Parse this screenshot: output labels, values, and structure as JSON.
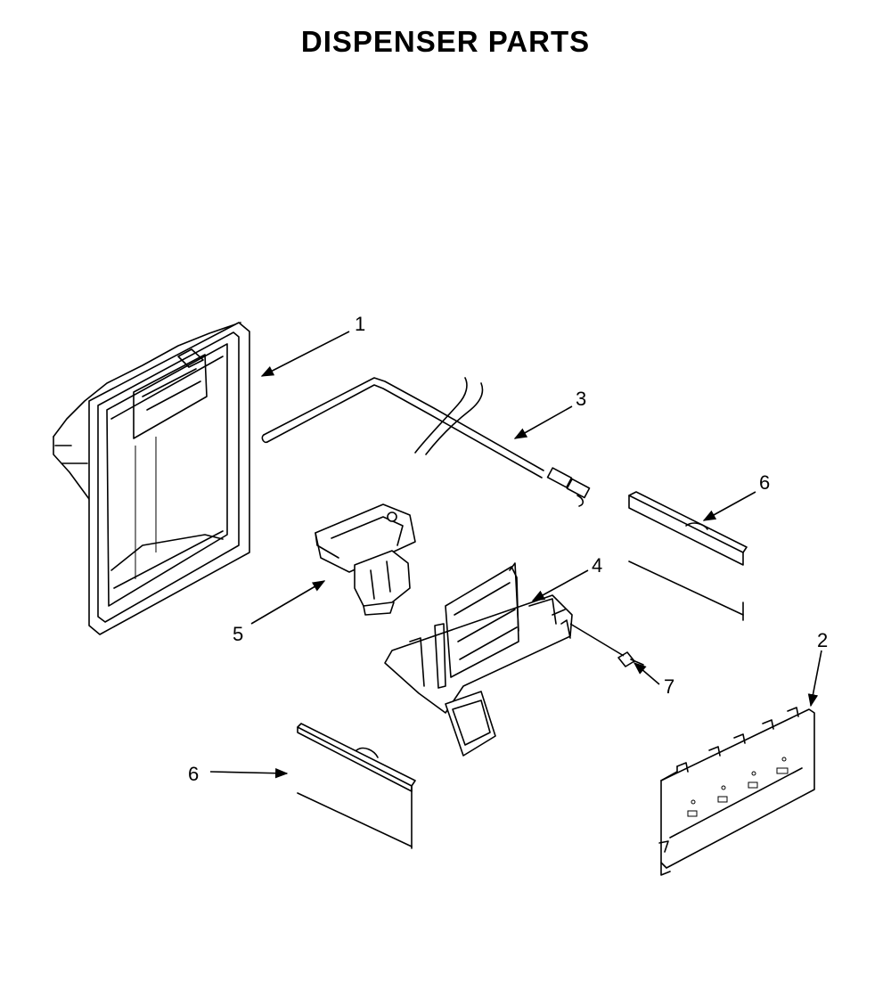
{
  "title": "DISPENSER PARTS",
  "callouts": [
    {
      "id": "c1",
      "label": "1"
    },
    {
      "id": "c2",
      "label": "2"
    },
    {
      "id": "c3",
      "label": "3"
    },
    {
      "id": "c4",
      "label": "4"
    },
    {
      "id": "c5",
      "label": "5"
    },
    {
      "id": "c6a",
      "label": "6"
    },
    {
      "id": "c6b",
      "label": "6"
    },
    {
      "id": "c7",
      "label": "7"
    }
  ]
}
